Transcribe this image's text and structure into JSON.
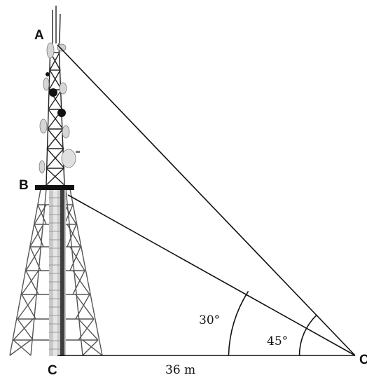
{
  "points": {
    "a": "A",
    "b": "B",
    "c": "C",
    "o": "O"
  },
  "angles": {
    "inner": "30°",
    "outer": "45°"
  },
  "distance": {
    "base": "36 m"
  },
  "colors": {
    "line": "#111111",
    "tower_frame": "#555555",
    "tower_shaft": "#444444",
    "shaft_light": "#bdbdbd",
    "equipment": "#d6d6d6"
  }
}
